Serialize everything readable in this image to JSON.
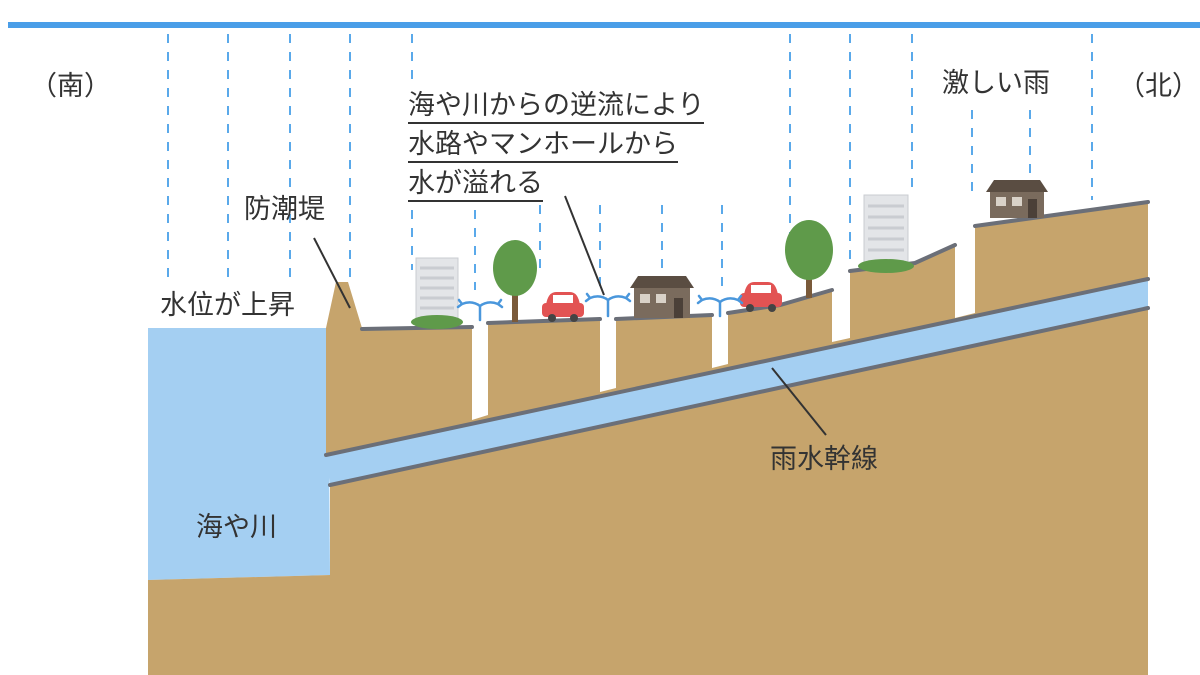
{
  "labels": {
    "south": "（南）",
    "north": "（北）",
    "heavy_rain": "激しい雨",
    "seawall": "防潮堤",
    "water_rise": "水位が上昇",
    "sea_river": "海や川",
    "storm_main": "雨水幹線",
    "backflow_note": [
      "海や川からの逆流により",
      "水路やマンホールから",
      "水が溢れる"
    ]
  },
  "colors": {
    "rain": "#5aa9ea",
    "top_bar": "#4a9ee8",
    "water": "#a4cff2",
    "ground": "#c6a46c",
    "surface_line": "#6b6f78",
    "arrow": "#4a97dc",
    "tree": "#5f9a4a",
    "trunk": "#7a5a3a",
    "car": "#e25353",
    "building": "#e3e5e8",
    "house": "#6b5d50",
    "text": "#333333"
  },
  "icons": [
    "building-icon",
    "tree-icon",
    "car-icon",
    "house-icon",
    "overflow-arrow-icon",
    "shrub-icon"
  ]
}
